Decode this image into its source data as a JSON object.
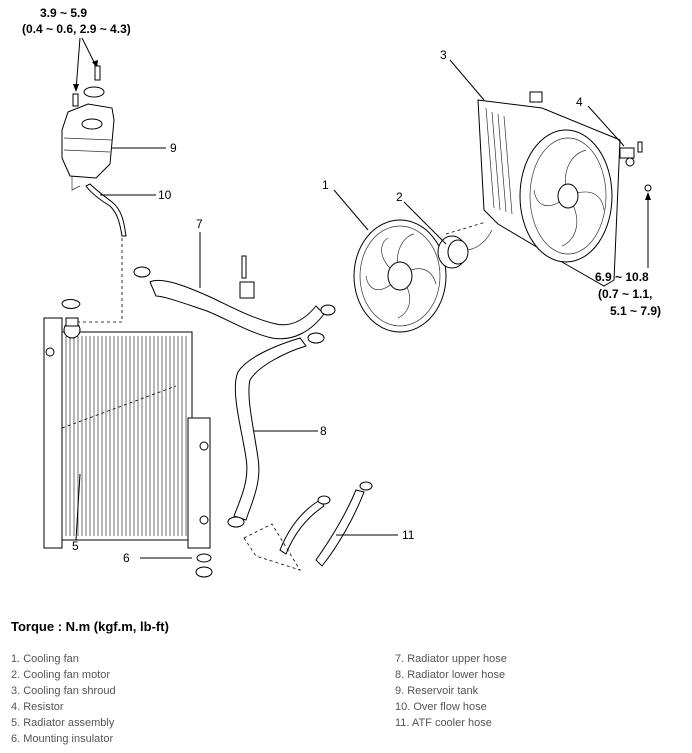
{
  "torque_top": {
    "line1": "3.9 ~ 5.9",
    "line2": "(0.4 ~ 0.6, 2.9 ~ 4.3)"
  },
  "torque_right": {
    "line1": "6.9 ~ 10.8",
    "line2": "(0.7 ~ 1.1,",
    "line3": "5.1 ~ 7.9)"
  },
  "callouts": {
    "c1": "1",
    "c2": "2",
    "c3": "3",
    "c4": "4",
    "c5": "5",
    "c6": "6",
    "c7": "7",
    "c8": "8",
    "c9": "9",
    "c10": "10",
    "c11": "11"
  },
  "torque_heading": "Torque : N.m (kgf.m, lb-ft)",
  "legend_left": [
    "1. Cooling fan",
    "2. Cooling fan motor",
    "3. Cooling fan shroud",
    "4. Resistor",
    "5. Radiator assembly",
    "6. Mounting insulator"
  ],
  "legend_right": [
    "7. Radiator upper hose",
    "8. Radiator lower hose",
    "9. Reservoir tank",
    "10. Over flow hose",
    "11. ATF cooler hose"
  ]
}
